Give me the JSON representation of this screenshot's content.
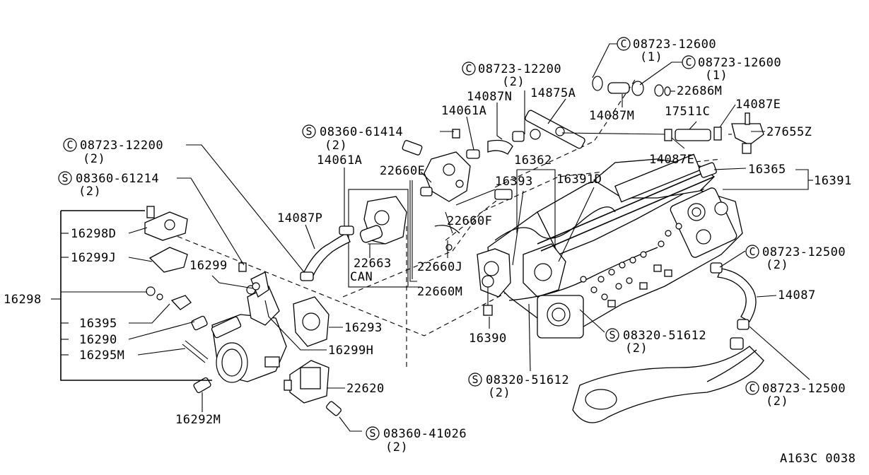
{
  "diagram_id": "A163C 0038",
  "labels": {
    "c_08723_12600_top": "08723-12600",
    "c_08723_12600_top_qty": "(1)",
    "c_08723_12600_mid": "08723-12600",
    "c_08723_12600_mid_qty": "(1)",
    "c_08723_12200_top": "08723-12200",
    "c_08723_12200_top_qty": "(2)",
    "p_14875A": "14875A",
    "p_14087N": "14087N",
    "p_22686M": "22686M",
    "p_14061A_top": "14061A",
    "p_14087M": "14087M",
    "p_17511C": "17511C",
    "p_14087E_top": "14087E",
    "s_08360_61414": "08360-61414",
    "s_08360_61414_qty": "(2)",
    "p_27655Z": "27655Z",
    "p_14087E_bot": "14087E",
    "c_08723_12200_left": "08723-12200",
    "c_08723_12200_left_qty": "(2)",
    "p_16362": "16362",
    "p_14061A_left": "14061A",
    "p_22660E": "22660E",
    "p_16365": "16365",
    "p_16391": "16391",
    "s_08360_61214": "08360-61214",
    "s_08360_61214_qty": "(2)",
    "p_16393": "16393",
    "p_16391D": "16391D",
    "p_14087P": "14087P",
    "p_22660F": "22660F",
    "p_16298D": "16298D",
    "p_22663": "22663",
    "p_can": "CAN",
    "p_16299J": "16299J",
    "p_22660J": "22660J",
    "c_08723_12500_top": "08723-12500",
    "c_08723_12500_top_qty": "(2)",
    "p_16299": "16299",
    "p_22660M": "22660M",
    "p_14087_right": "14087",
    "p_16298": "16298",
    "p_16395": "16395",
    "p_16293": "16293",
    "p_16290": "16290",
    "p_16390": "16390",
    "s_08320_51612_right": "08320-51612",
    "s_08320_51612_right_qty": "(2)",
    "p_16295M": "16295M",
    "p_16299H": "16299H",
    "s_08320_51612_bot": "08320-51612",
    "s_08320_51612_bot_qty": "(2)",
    "c_08723_12500_bot": "08723-12500",
    "c_08723_12500_bot_qty": "(2)",
    "p_22620": "22620",
    "p_16292M": "16292M",
    "s_08360_41026": "08360-41026",
    "s_08360_41026_qty": "(2)"
  },
  "prefix_marks": {
    "clamp": "C",
    "screw": "S"
  }
}
